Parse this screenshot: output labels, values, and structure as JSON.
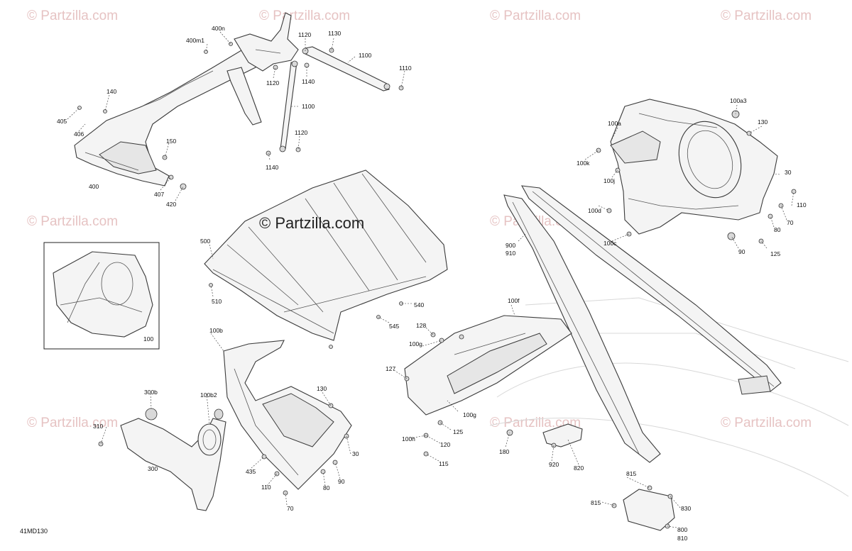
{
  "watermark": "© Partzilla.com",
  "center_watermark": "© Partzilla.com",
  "drawing_number": "41MD130",
  "callouts": {
    "c_400m1": "400m1",
    "c_400n": "400n",
    "c_1120a": "1120",
    "c_1130": "1130",
    "c_1100a": "1100",
    "c_1110": "1110",
    "c_1120b": "1120",
    "c_1140a": "1140",
    "c_140": "140",
    "c_405": "405",
    "c_406": "406",
    "c_1100b": "1100",
    "c_150": "150",
    "c_1120c": "1120",
    "c_1140b": "1140",
    "c_400": "400",
    "c_407": "407",
    "c_420": "420",
    "c_100a3": "100a3",
    "c_100a": "100a",
    "c_130a": "130",
    "c_100k": "100k",
    "c_100j": "100j",
    "c_30a": "30",
    "c_100d": "100d",
    "c_110a": "110",
    "c_70a": "70",
    "c_80a": "80",
    "c_100c": "100c",
    "c_90a": "90",
    "c_125a": "125",
    "c_500": "500",
    "c_510": "510",
    "c_540": "540",
    "c_545": "545",
    "c_900": "900",
    "c_910": "910",
    "c_100": "100",
    "c_100f": "100f",
    "c_128": "128",
    "c_100g_a": "100g",
    "c_127": "127",
    "c_100g_b": "100g",
    "c_125b": "125",
    "c_100h": "100h",
    "c_120": "120",
    "c_115": "115",
    "c_180": "180",
    "c_920": "920",
    "c_820": "820",
    "c_100b": "100b",
    "c_300b": "300b",
    "c_100b2": "100b2",
    "c_130b": "130",
    "c_310": "310",
    "c_300": "300",
    "c_30b": "30",
    "c_435": "435",
    "c_110b": "110",
    "c_80b": "80",
    "c_90b": "90",
    "c_70b": "70",
    "c_815a": "815",
    "c_815b": "815",
    "c_830": "830",
    "c_800": "800",
    "c_810": "810"
  }
}
